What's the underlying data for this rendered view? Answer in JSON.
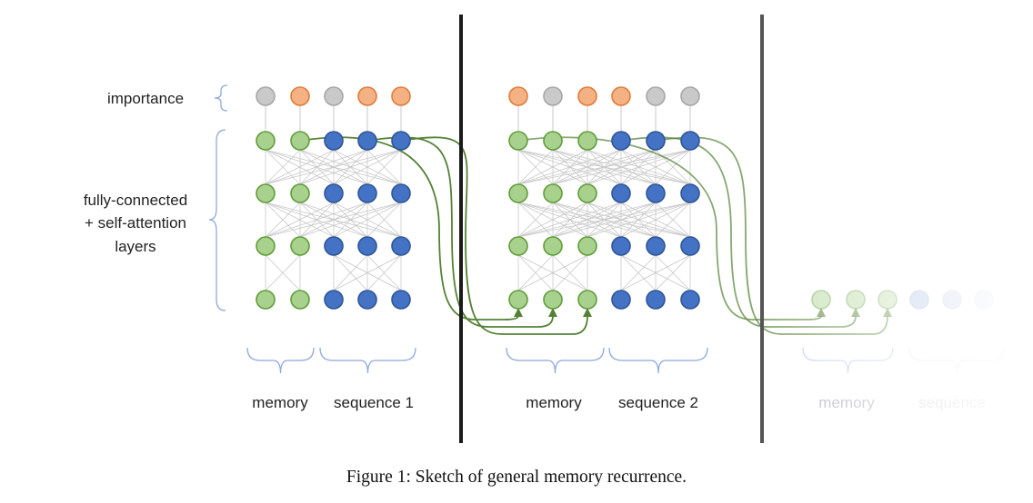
{
  "labels": {
    "importance": "importance",
    "layers_line1": "fully-connected",
    "layers_line2": "+ self-attention",
    "layers_line3": "layers",
    "memory_1": "memory",
    "sequence_1": "sequence 1",
    "memory_2": "memory",
    "sequence_2": "sequence 2",
    "memory_3": "memory",
    "sequence_3": "sequence"
  },
  "caption": "Figure 1: Sketch of general memory recurrence.",
  "colors": {
    "memory_node_fill": "#a9d18e",
    "memory_node_stroke": "#5f9d3a",
    "sequence_node_fill": "#4472c4",
    "sequence_node_stroke": "#2f5597",
    "importance_high_fill": "#f4b183",
    "importance_high_stroke": "#e07b39",
    "importance_low_fill": "#c9c9c9",
    "importance_low_stroke": "#a6a6a6",
    "connection_line": "#c8c8c8",
    "recurrence_arrow": "#548235",
    "brace": "#8ea9db",
    "divider": "#1a1a1a"
  },
  "panels": [
    {
      "memory_nodes": 2,
      "sequence_nodes": 3,
      "importance": [
        "low",
        "high",
        "low",
        "high",
        "high"
      ],
      "layers": 4
    },
    {
      "memory_nodes": 3,
      "sequence_nodes": 3,
      "importance": [
        "high",
        "low",
        "high",
        "high",
        "low",
        "low"
      ],
      "layers": 4
    },
    {
      "memory_nodes": 3,
      "sequence_nodes": 3,
      "importance": [],
      "layers": 1,
      "faded": true
    }
  ],
  "recurrence": [
    {
      "from_panel": 1,
      "from_nodes": [
        2,
        4,
        5
      ],
      "to_panel": 2,
      "to_nodes": [
        1,
        2,
        3
      ]
    },
    {
      "from_panel": 2,
      "from_nodes": [
        1,
        4,
        5
      ],
      "to_panel": 3,
      "to_nodes": [
        1,
        2,
        3
      ]
    }
  ]
}
